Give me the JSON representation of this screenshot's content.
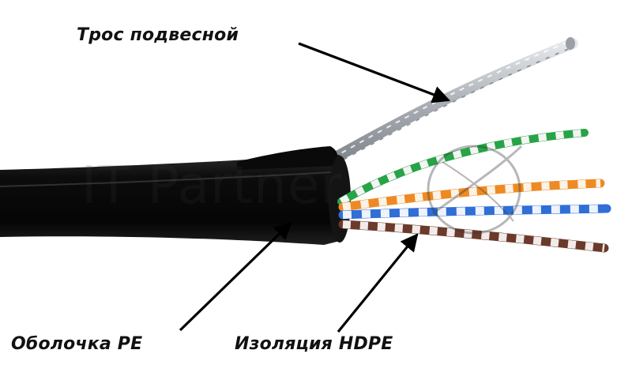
{
  "labels": {
    "suspension_cable": "Трос подвесной",
    "outer_sheath": "Оболочка PE",
    "insulation": "Изоляция HDPE"
  },
  "watermark": "IT Partner",
  "colors": {
    "cable_jacket": "#0b0b0b",
    "steel_wire": "#b4bac0",
    "pair_green": "#27a447",
    "pair_orange": "#ee8a24",
    "pair_blue": "#2f6fd6",
    "pair_brown": "#6b3a2a",
    "pair_white": "#f4f4f4",
    "arrow": "#000000"
  }
}
